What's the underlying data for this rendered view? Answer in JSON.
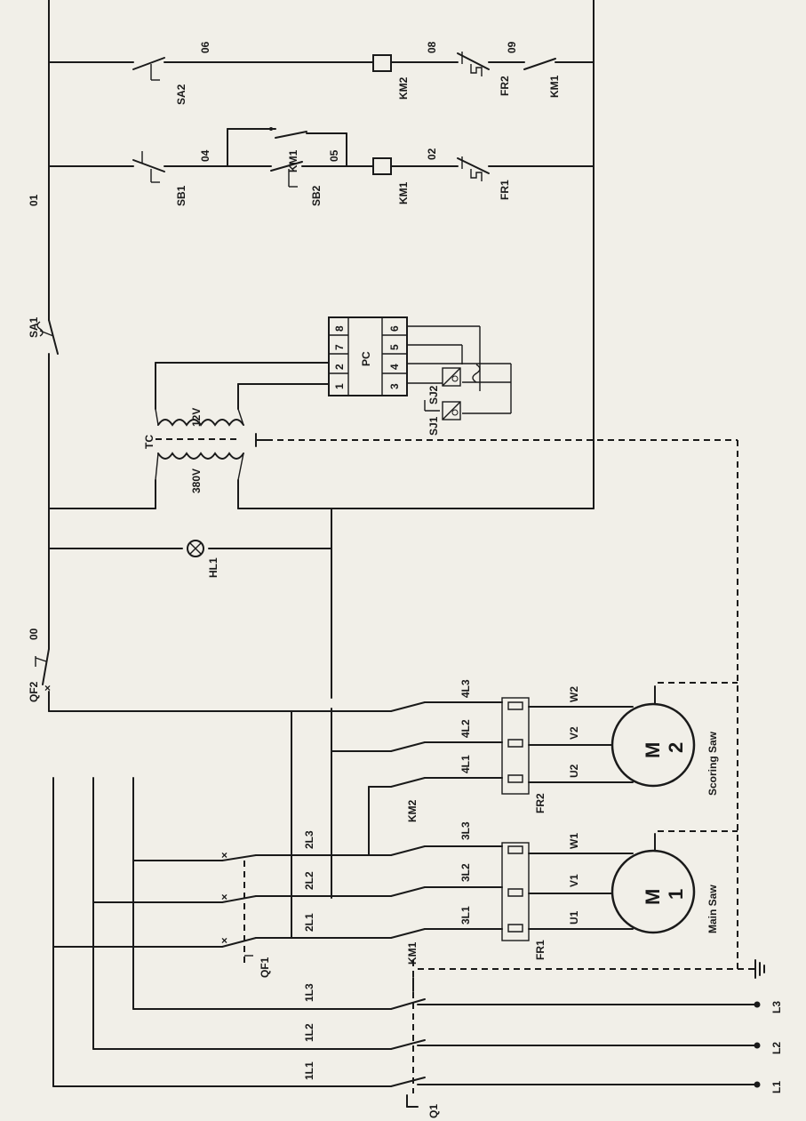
{
  "nodes": {
    "n00": "00",
    "n01": "01",
    "n02": "02",
    "n04": "04",
    "n05": "05",
    "n06": "06",
    "n08": "08",
    "n09": "09"
  },
  "components": {
    "sa1": "SA1",
    "sa2": "SA2",
    "sb1": "SB1",
    "sb2": "SB2",
    "km1": "KM1",
    "km2": "KM2",
    "fr1": "FR1",
    "fr2": "FR2",
    "qf1": "QF1",
    "qf2": "QF2",
    "q1": "Q1",
    "hl1": "HL1",
    "tc": "TC",
    "v12": "12V",
    "v380": "380V",
    "pc": "PC",
    "sj1": "SJ1",
    "sj2": "SJ2",
    "m": "M",
    "m1_num": "1",
    "m2_num": "2",
    "main_saw": "Main Saw",
    "scoring_saw": "Scoring Saw"
  },
  "pc_terminals": [
    "1",
    "2",
    "7",
    "8",
    "3",
    "4",
    "5",
    "6"
  ],
  "lines": {
    "L1": "L1",
    "L2": "L2",
    "L3": "L3",
    "1L1": "1L1",
    "1L2": "1L2",
    "1L3": "1L3",
    "2L1": "2L1",
    "2L2": "2L2",
    "2L3": "2L3",
    "3L1": "3L1",
    "3L2": "3L2",
    "3L3": "3L3",
    "4L1": "4L1",
    "4L2": "4L2",
    "4L3": "4L3",
    "U1": "U1",
    "V1": "V1",
    "W1": "W1",
    "U2": "U2",
    "V2": "V2",
    "W2": "W2"
  }
}
